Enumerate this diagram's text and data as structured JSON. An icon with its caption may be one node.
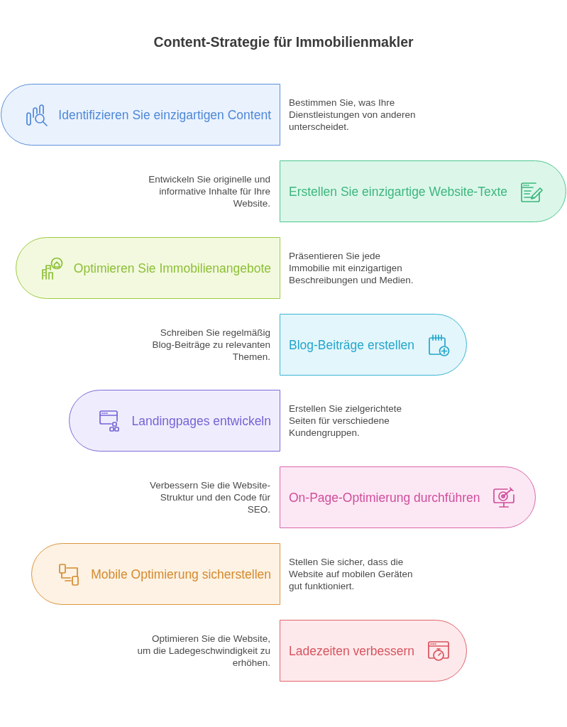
{
  "diagram": {
    "title": "Content-Strategie für Immobilienmakler",
    "nodes": [
      {
        "text": [
          "Identifizieren Sie einzigartigen Content"
        ],
        "beside": [
          "Bestimmen Sie, was Ihre Dienstleistungen von anderen unterscheidet."
        ]
      },
      {
        "text": [
          "Erstellen Sie einzigartige Website-Texte"
        ],
        "beside": [
          "Entwickeln Sie originelle und informative Inhalte für Ihre Website."
        ]
      },
      {
        "text": [
          "Optimieren Sie Immobilienangebote"
        ],
        "beside": [
          "Präsentieren Sie jede Immobilie mit einzigartigen Beschreibungen und Medien."
        ]
      },
      {
        "text": [
          "Blog-Beiträge erstellen"
        ],
        "beside": [
          "Schreiben Sie regelmäßig Blog-Beiträge zu relevanten Themen."
        ]
      },
      {
        "text": [
          "Landingpages entwickeln"
        ],
        "beside": [
          "Erstellen Sie zielgerichtete Seiten für verschiedene Kundengruppen."
        ]
      },
      {
        "text": [
          "On-Page-Optimierung durchführen"
        ],
        "beside": [
          "Verbessern Sie die Website-Struktur und den Code für SEO."
        ]
      },
      {
        "text": [
          "Mobile Optimierung sicherstellen"
        ],
        "beside": [
          "Stellen Sie sicher, dass die Website auf mobilen Geräten gut funktioniert."
        ]
      },
      {
        "text": [
          "Ladezeiten verbessern"
        ],
        "beside": [
          "Optimieren Sie die Website, um die Ladegeschwindigkeit zu erhöhen."
        ]
      }
    ]
  }
}
